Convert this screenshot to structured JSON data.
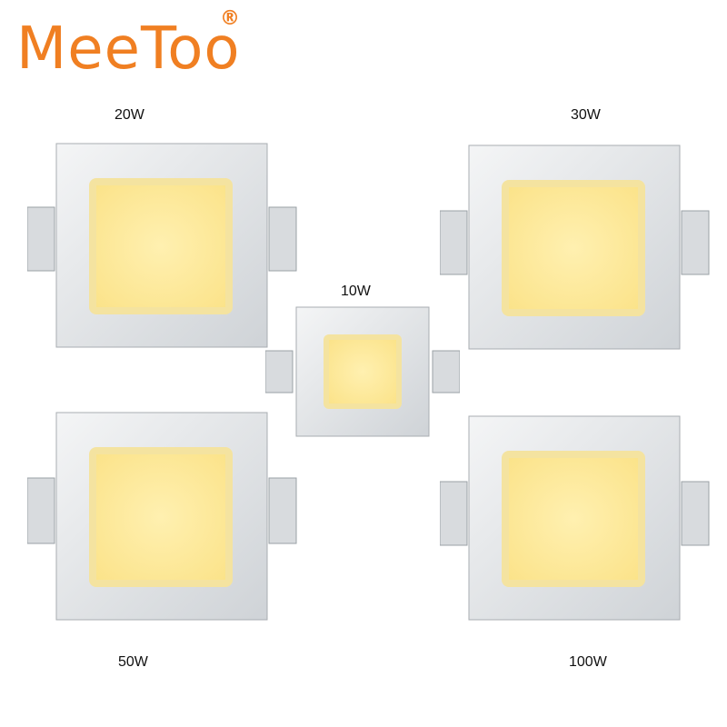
{
  "brand": {
    "name": "MeeToo",
    "registered_mark": "®"
  },
  "products": [
    {
      "label": "20W"
    },
    {
      "label": "30W"
    },
    {
      "label": "10W"
    },
    {
      "label": "50W"
    },
    {
      "label": "100W"
    }
  ],
  "colors": {
    "brand_orange": "#f07f22",
    "phosphor": "#fde99a",
    "housing": "#e8eaec"
  }
}
